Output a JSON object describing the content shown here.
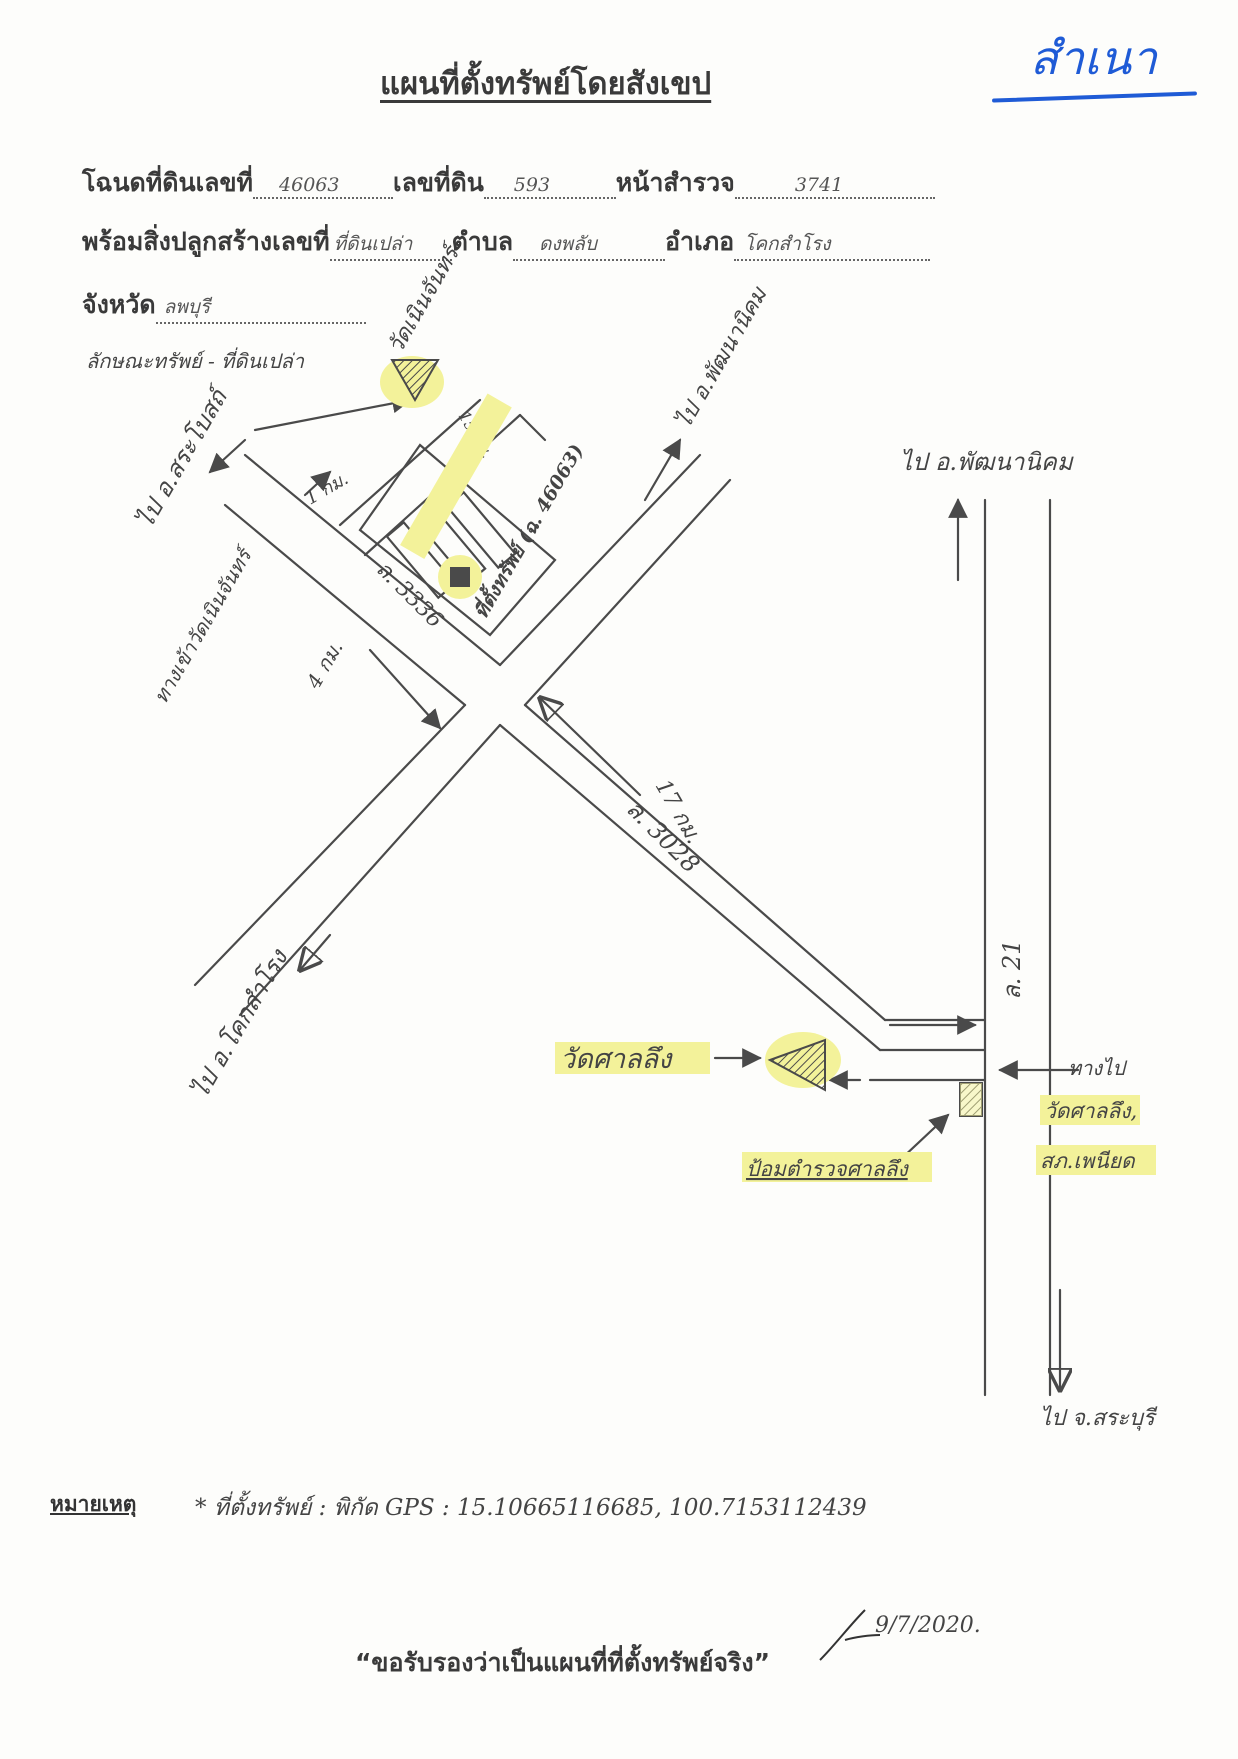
{
  "title": "แผนที่ตั้งทรัพย์โดยสังเขป",
  "stamp": "สำเนา",
  "form": {
    "deed_label": "โฉนดที่ดินเลขที่",
    "deed_no": "46063",
    "land_no_label": "เลขที่ดิน",
    "land_no": "593",
    "survey_page_label": "หน้าสำรวจ",
    "survey_page": "3741",
    "building_label": "พร้อมสิ่งปลูกสร้างเลขที่",
    "building_no": "ที่ดินเปล่า",
    "subdistrict_label": "ตำบล",
    "subdistrict": "ดงพลับ",
    "district_label": "อำเภอ",
    "district": "โคกสำโรง",
    "province_label": "จังหวัด",
    "province": "ลพบุรี",
    "property_type_note": "ลักษณะทรัพย์ - ที่ดินเปล่า"
  },
  "map": {
    "labels": {
      "to_sra_bot": "ไป อ.สระโบสถ์",
      "to_wat_nin": "ทางเข้าวัดเนินจันทร์",
      "wat_noen_chan": "วัดเนินจันทร์",
      "to_phatthana_nikhom_top": "ไป อ.พัฒนานิคม",
      "to_phatthana_nikhom_right": "ไป อ.พัฒนานิคม",
      "to_khok_samrong": "ไป อ.โคกสำโรง",
      "to_saraburi": "ไป จ.สระบุรี",
      "road_3336": "ล. 3336",
      "road_3028": "ล. 3028",
      "road_21": "ล. 21",
      "dist_1km": "1 กม.",
      "dist_150m": "150 ม.",
      "dist_4km": "4 กม.",
      "dist_17km": "17 กม.",
      "plot_label": "ที่ตั้งทรัพย์ (ฉ. 46063)",
      "wat_salung": "วัดศาลลึง",
      "police_box": "ป้อมตำรวจศาลลึง",
      "to_wat_salung_1": "ทางไป",
      "to_wat_salung_2": "วัดศาลลึง,",
      "to_wat_salung_3": "สภ.เพนียด"
    },
    "colors": {
      "ink": "#4a4a4a",
      "highlight": "#f3f29a"
    }
  },
  "legend": {
    "label": "หมายเหตุ",
    "gps_text": "* ที่ตั้งทรัพย์ : พิกัด GPS : 15.10665116685, 100.7153112439"
  },
  "footer": {
    "certify": "“ขอรับรองว่าเป็นแผนที่ที่ตั้งทรัพย์จริง”",
    "date": "9/7/2020."
  }
}
